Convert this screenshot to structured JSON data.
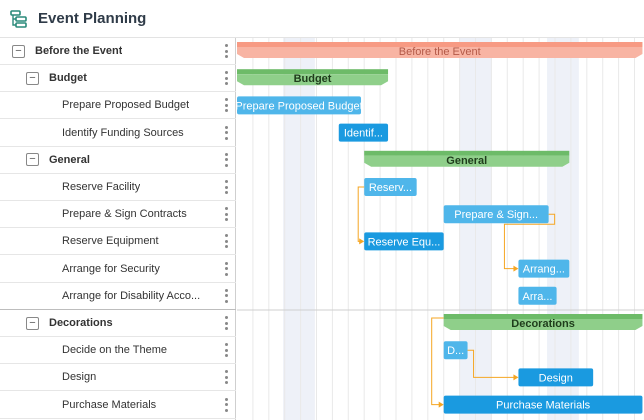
{
  "app": {
    "title": "Event Planning",
    "icon": "gantt-tree-icon"
  },
  "rows": [
    {
      "id": "before",
      "label": "Before the Event",
      "level": 0,
      "type": "group",
      "collapsible": true
    },
    {
      "id": "budget",
      "label": "Budget",
      "level": 1,
      "type": "group",
      "collapsible": true
    },
    {
      "id": "prep-budget",
      "label": "Prepare Proposed Budget",
      "level": 2,
      "type": "task"
    },
    {
      "id": "funding",
      "label": "Identify Funding Sources",
      "level": 2,
      "type": "task"
    },
    {
      "id": "general",
      "label": "General",
      "level": 1,
      "type": "group",
      "collapsible": true
    },
    {
      "id": "facility",
      "label": "Reserve Facility",
      "level": 2,
      "type": "task"
    },
    {
      "id": "contracts",
      "label": "Prepare & Sign Contracts",
      "level": 2,
      "type": "task"
    },
    {
      "id": "equipment",
      "label": "Reserve Equipment",
      "level": 2,
      "type": "task"
    },
    {
      "id": "security",
      "label": "Arrange for Security",
      "level": 2,
      "type": "task"
    },
    {
      "id": "disability",
      "label": "Arrange for Disability Acco...",
      "level": 2,
      "type": "task"
    },
    {
      "id": "decorations",
      "label": "Decorations",
      "level": 1,
      "type": "group",
      "collapsible": true
    },
    {
      "id": "theme",
      "label": "Decide on the Theme",
      "level": 2,
      "type": "task"
    },
    {
      "id": "design",
      "label": "Design",
      "level": 2,
      "type": "task"
    },
    {
      "id": "purchase",
      "label": "Purchase Materials",
      "level": 2,
      "type": "task"
    }
  ],
  "bars": [
    {
      "row": 0,
      "label": "Before the Event",
      "kind": "summary-red",
      "start": 0,
      "end": 25.5
    },
    {
      "row": 1,
      "label": "Budget",
      "kind": "summary-green",
      "start": 0,
      "end": 9.5
    },
    {
      "row": 2,
      "label": "Prepare Proposed Budget",
      "kind": "task",
      "start": 0,
      "end": 7.8
    },
    {
      "row": 3,
      "label": "Identif...",
      "kind": "task-dark",
      "start": 6.4,
      "end": 9.5
    },
    {
      "row": 4,
      "label": "General",
      "kind": "summary-green",
      "start": 8,
      "end": 20.9
    },
    {
      "row": 5,
      "label": "Reserv...",
      "kind": "task",
      "start": 8,
      "end": 11.3
    },
    {
      "row": 6,
      "label": "Prepare & Sign...",
      "kind": "task",
      "start": 13,
      "end": 19.6
    },
    {
      "row": 7,
      "label": "Reserve Equ...",
      "kind": "task-dark",
      "start": 8,
      "end": 13
    },
    {
      "row": 8,
      "label": "Arrang...",
      "kind": "task",
      "start": 17.7,
      "end": 20.9
    },
    {
      "row": 9,
      "label": "Arra...",
      "kind": "task",
      "start": 17.7,
      "end": 20.1
    },
    {
      "row": 10,
      "label": "Decorations",
      "kind": "summary-green",
      "start": 13,
      "end": 25.5
    },
    {
      "row": 11,
      "label": "D...",
      "kind": "task",
      "start": 13,
      "end": 14.5
    },
    {
      "row": 12,
      "label": "Design",
      "kind": "task-dark",
      "start": 17.7,
      "end": 22.4
    },
    {
      "row": 13,
      "label": "Purchase Materials",
      "kind": "task-dark",
      "start": 13,
      "end": 25.5
    }
  ],
  "links": [
    {
      "from": 5,
      "to": 7
    },
    {
      "from": 6,
      "to": 8
    },
    {
      "from": 11,
      "to": 12
    },
    {
      "from": 10,
      "to": 13
    }
  ],
  "colors": {
    "summary_red": "#f8b4a3",
    "summary_red_top": "#f79a83",
    "summary_green": "#8fcf8a",
    "summary_green_top": "#6dbb68",
    "task": "#4fb6ea",
    "task_dark": "#1a9ae0",
    "link": "#f5a623",
    "weekend": "#eef1f8",
    "gridline": "#e9e9e9"
  }
}
